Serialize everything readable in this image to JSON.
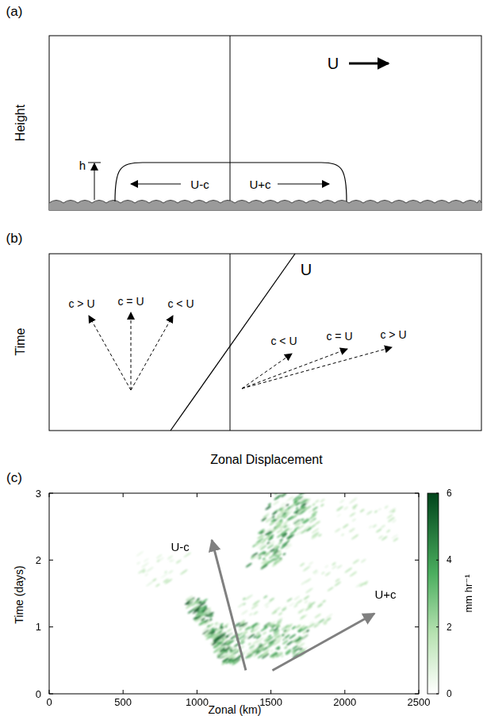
{
  "diagram": {
    "labels": [
      "(a)",
      "Height",
      "h",
      "U-c",
      "U+c",
      "U",
      "(b)",
      "Time",
      "c > U",
      "c = U",
      "c < U",
      "U",
      "c < U",
      "c = U",
      "c > U",
      "Zonal Displacement",
      "(c)",
      "Time (days)",
      "Zonal (km)",
      "0",
      "1",
      "2",
      "3",
      "0",
      "500",
      "1000",
      "1500",
      "2000",
      "2500",
      "U-c",
      "U+c",
      "0",
      "2",
      "4",
      "6",
      "mm hr⁻¹"
    ]
  }
}
